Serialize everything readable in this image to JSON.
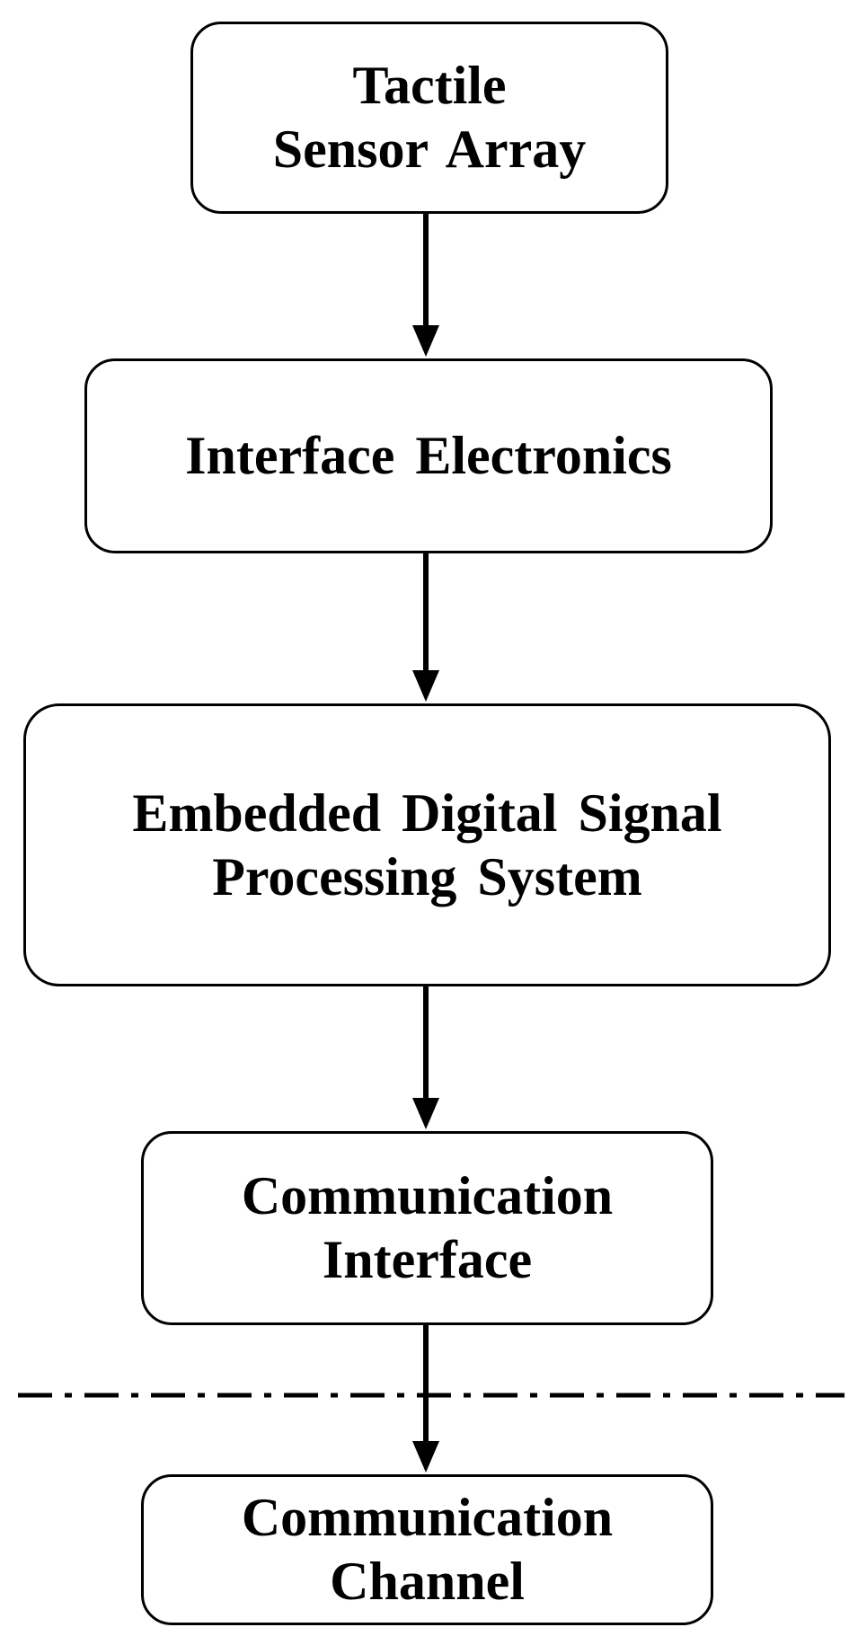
{
  "diagram": {
    "nodes": [
      {
        "id": "tactile-sensor-array",
        "lines": [
          "Tactile",
          "Sensor Array"
        ]
      },
      {
        "id": "interface-electronics",
        "lines": [
          "Interface Electronics"
        ]
      },
      {
        "id": "embedded-dsp-system",
        "lines": [
          "Embedded Digital Signal",
          "Processing System"
        ]
      },
      {
        "id": "communication-interface",
        "lines": [
          "Communication",
          "Interface"
        ]
      },
      {
        "id": "communication-channel",
        "lines": [
          "Communication",
          "Channel"
        ]
      }
    ],
    "edges": [
      {
        "from": "tactile-sensor-array",
        "to": "interface-electronics"
      },
      {
        "from": "interface-electronics",
        "to": "embedded-dsp-system"
      },
      {
        "from": "embedded-dsp-system",
        "to": "communication-interface"
      },
      {
        "from": "communication-interface",
        "to": "communication-channel"
      }
    ],
    "separator": {
      "style": "dash-dot",
      "between": [
        "communication-interface",
        "communication-channel"
      ]
    },
    "colors": {
      "stroke": "#000000",
      "fill": "#ffffff",
      "text": "#000000"
    }
  }
}
